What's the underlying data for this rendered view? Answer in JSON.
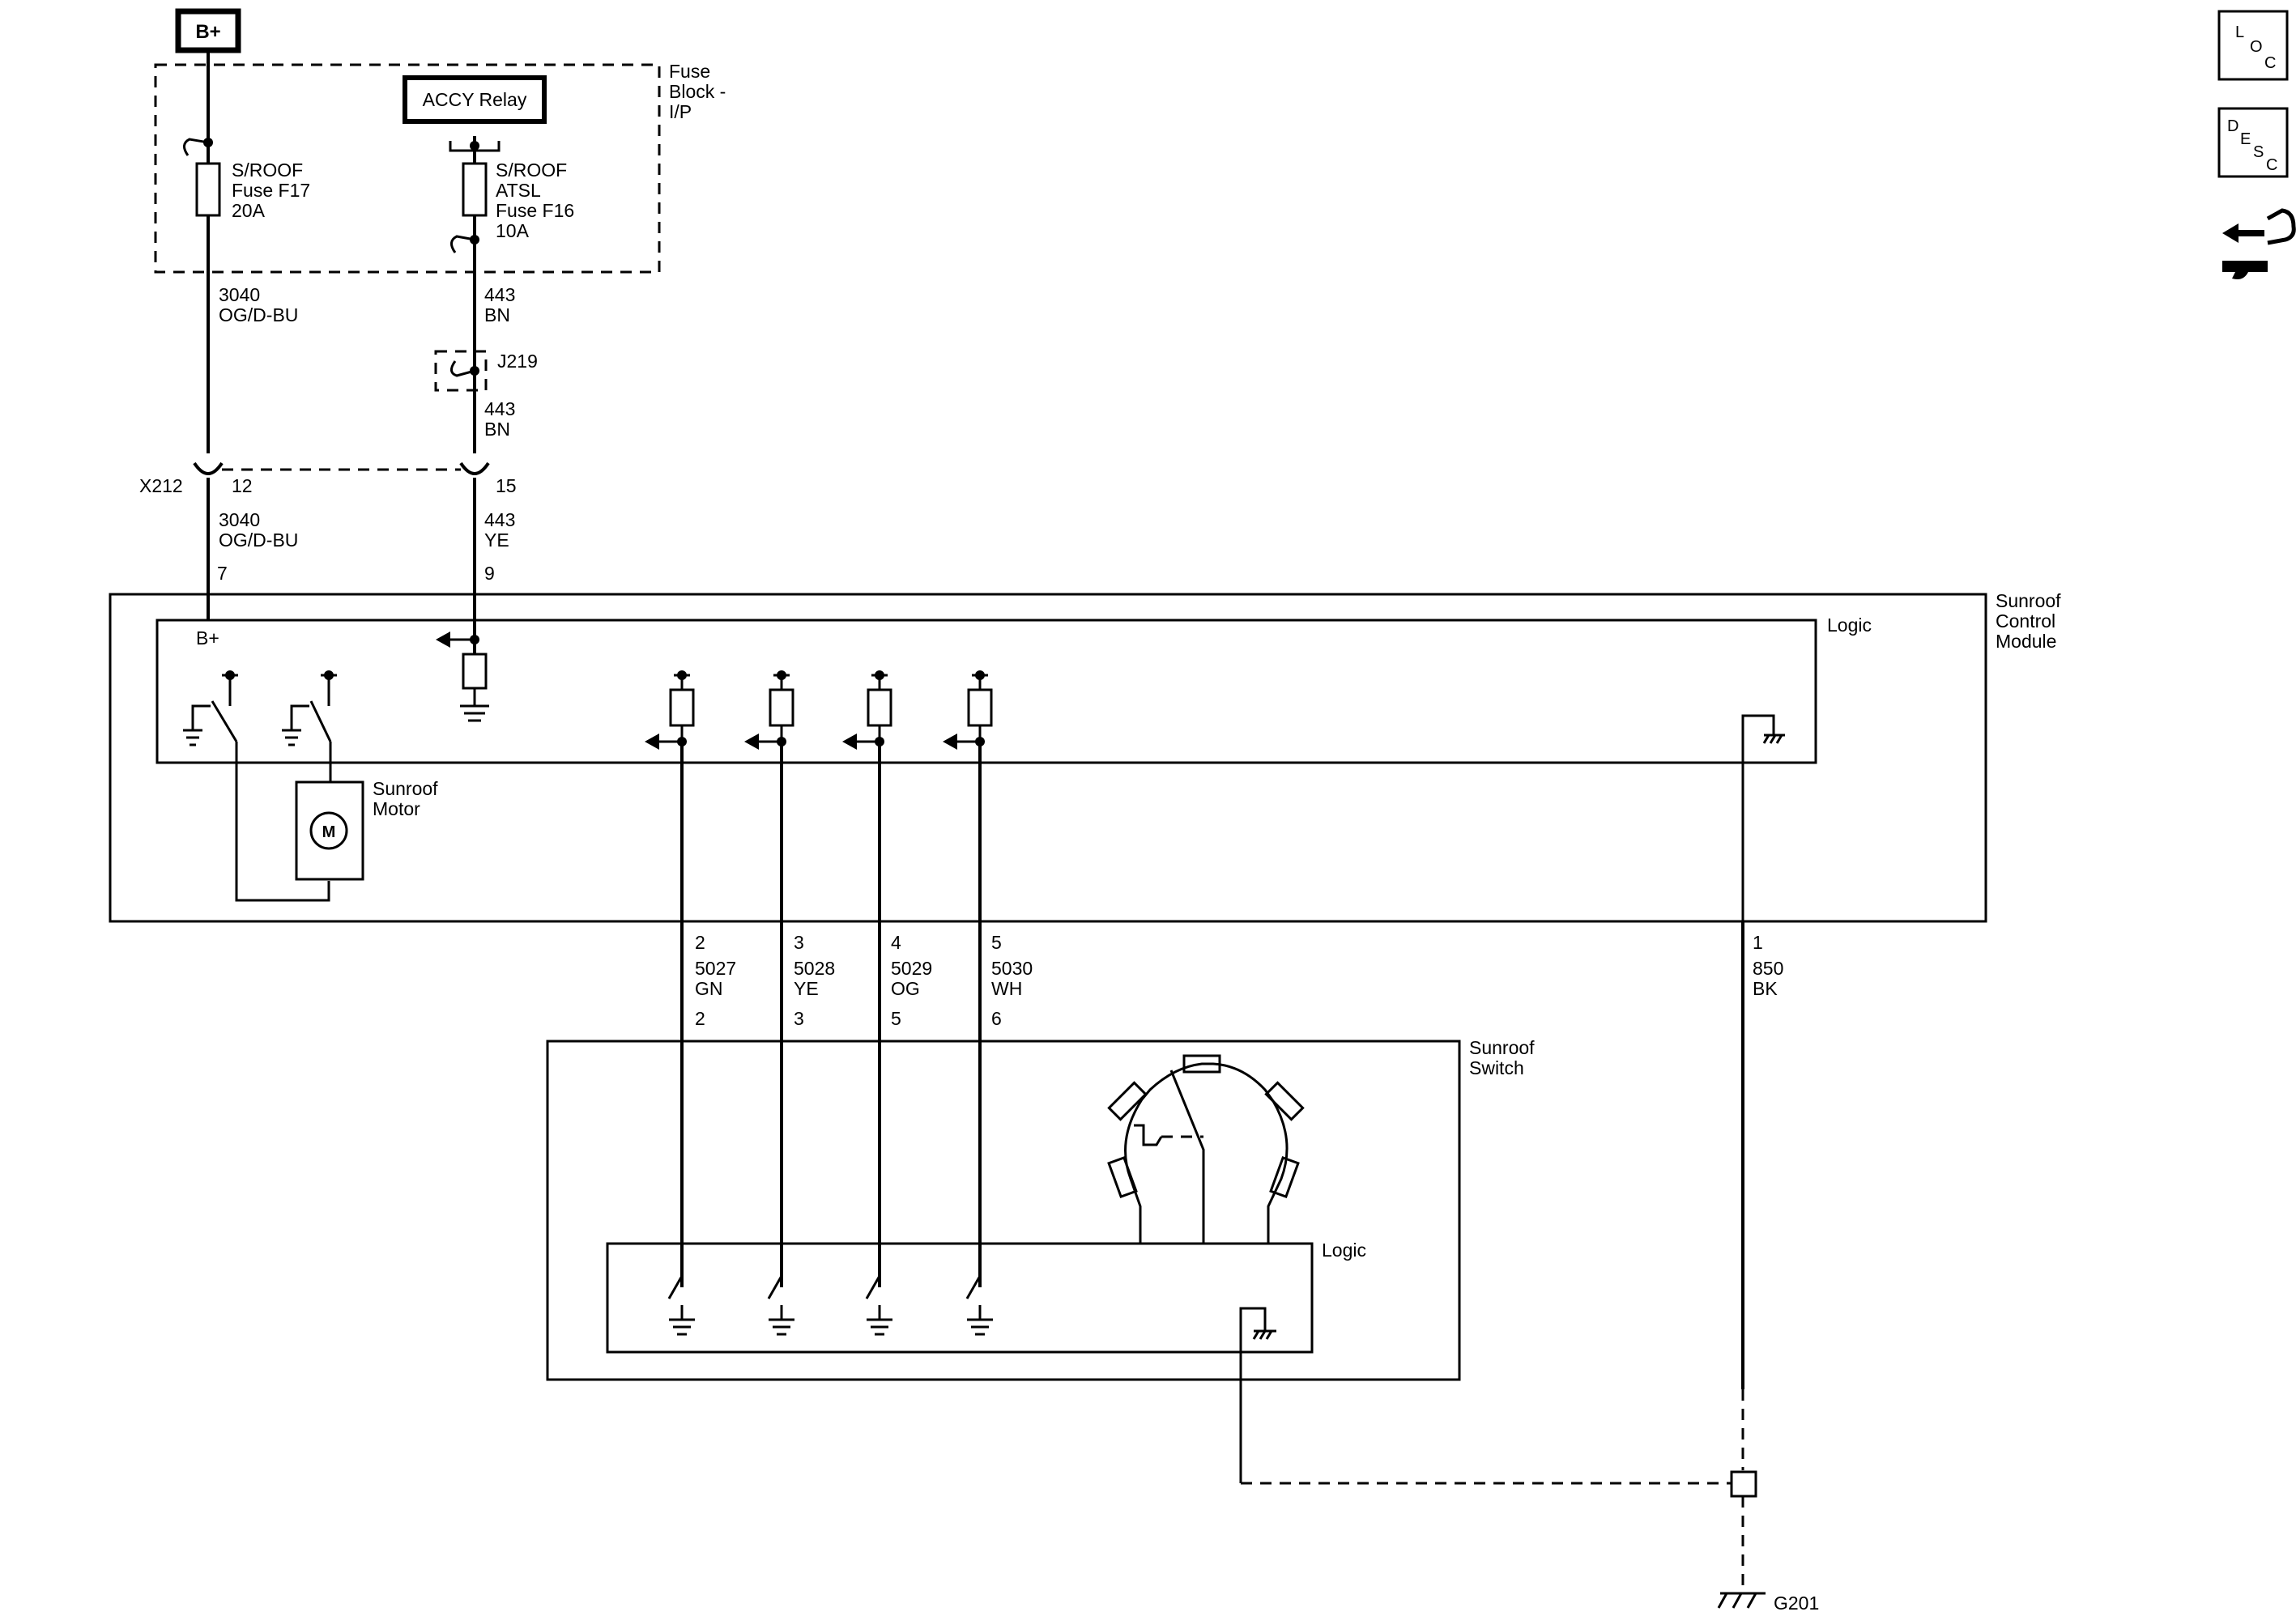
{
  "power": {
    "bplus": "B+",
    "accy_relay": "ACCY Relay"
  },
  "fuse_block": {
    "label": [
      "Fuse",
      "Block -",
      "I/P"
    ],
    "f17": [
      "S/ROOF",
      "Fuse F17",
      "20A"
    ],
    "f16": [
      "S/ROOF",
      "ATSL",
      "Fuse F16",
      "10A"
    ]
  },
  "wires": {
    "w3040_a": [
      "3040",
      "OG/D-BU"
    ],
    "w443_a": [
      "443",
      "BN"
    ],
    "splice": "J219",
    "w443_b": [
      "443",
      "BN"
    ],
    "connector": "X212",
    "pin12": "12",
    "pin15": "15",
    "w3040_b": [
      "3040",
      "OG/D-BU"
    ],
    "w443_c": [
      "443",
      "YE"
    ],
    "pin7": "7",
    "pin9": "9"
  },
  "sunroof_module": {
    "label": [
      "Sunroof",
      "Control",
      "Module"
    ],
    "logic": "Logic",
    "bplus": "B+",
    "motor_label": [
      "Sunroof",
      "Motor"
    ],
    "motor_symbol": "M"
  },
  "switch_wires": [
    {
      "pin_top": "2",
      "circuit": "5027",
      "color": "GN",
      "pin_bottom": "2"
    },
    {
      "pin_top": "3",
      "circuit": "5028",
      "color": "YE",
      "pin_bottom": "3"
    },
    {
      "pin_top": "4",
      "circuit": "5029",
      "color": "OG",
      "pin_bottom": "5"
    },
    {
      "pin_top": "5",
      "circuit": "5030",
      "color": "WH",
      "pin_bottom": "6"
    }
  ],
  "ground_wire": {
    "pin": "1",
    "circuit": "850",
    "color": "BK"
  },
  "sunroof_switch": {
    "label": [
      "Sunroof",
      "Switch"
    ],
    "logic": "Logic"
  },
  "ground": "G201",
  "nav": {
    "loc": [
      "L",
      "O",
      "C"
    ],
    "desc": [
      "D",
      "E",
      "S",
      "C"
    ],
    "icon": "connector-wrench-icon"
  }
}
